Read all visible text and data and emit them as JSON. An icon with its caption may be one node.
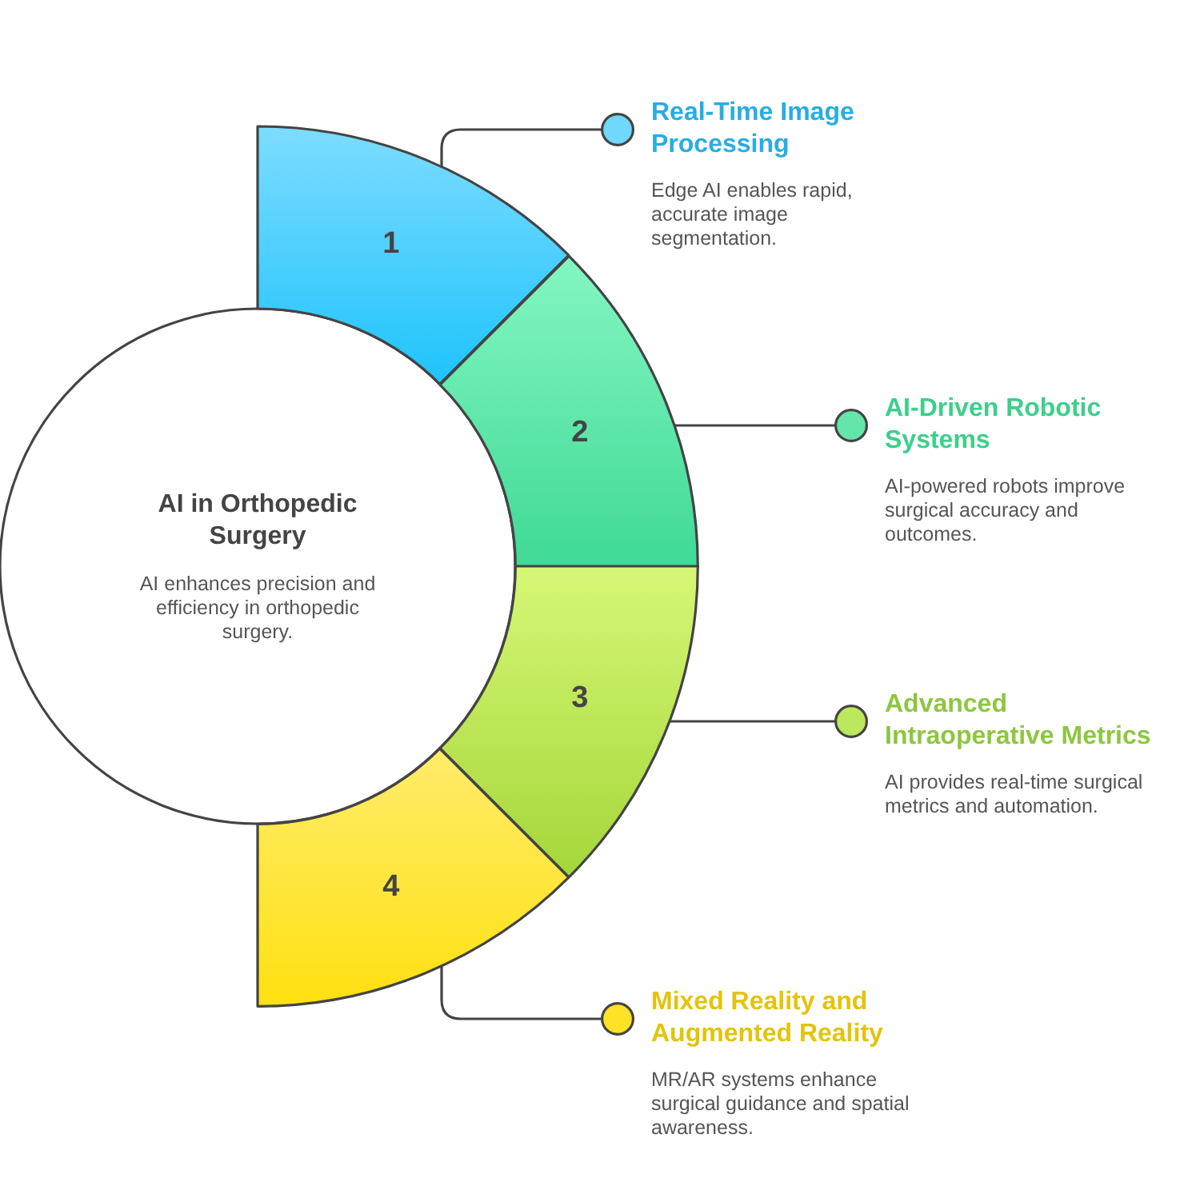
{
  "diagram": {
    "nodes": [
      {
        "text": [
          "AI in Orthopedic Surgery",
          "AI enhances precision and efficiency in orthopedic surgery."
        ]
      },
      {
        "text": [
          "1"
        ]
      },
      {
        "text": [
          "2"
        ]
      },
      {
        "text": [
          "3"
        ]
      },
      {
        "text": [
          "4"
        ]
      },
      {
        "text": [
          "Real-Time Image Processing",
          "Edge AI enables rapid, accurate image segmentation."
        ]
      },
      {
        "text": [
          "AI-Driven Robotic Systems",
          "AI-powered robots improve surgical accuracy and outcomes."
        ]
      },
      {
        "text": [
          "Advanced Intraoperative Metrics",
          "AI provides real-time surgical metrics and automation."
        ]
      },
      {
        "text": [
          "Mixed Reality and Augmented Reality",
          "MR/AR systems enhance surgical guidance and spatial awareness."
        ]
      }
    ],
    "edges": [
      {
        "from": 1,
        "to": 5,
        "arrow": "none"
      },
      {
        "from": 2,
        "to": 6,
        "arrow": "none"
      },
      {
        "from": 3,
        "to": 7,
        "arrow": "none"
      },
      {
        "from": 4,
        "to": 8,
        "arrow": "none"
      }
    ]
  }
}
